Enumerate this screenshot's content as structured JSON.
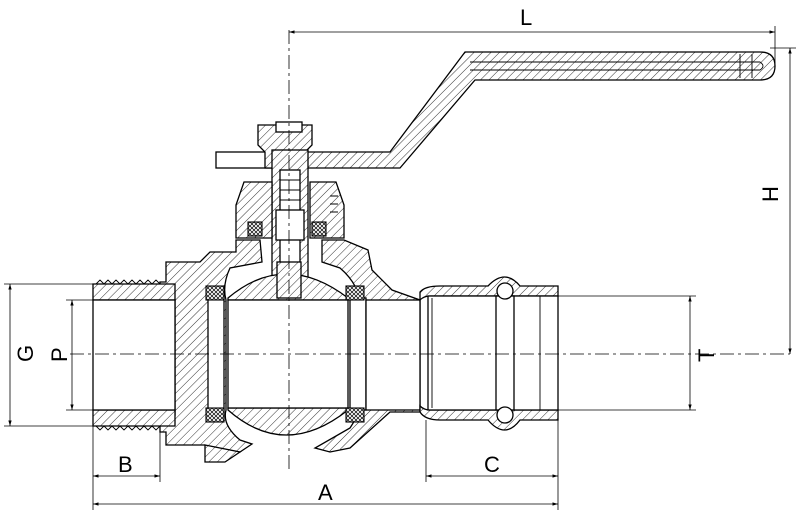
{
  "dimensions": {
    "L": "L",
    "H": "H",
    "G": "G",
    "P": "P",
    "T": "T",
    "B": "B",
    "C": "C",
    "A": "A"
  }
}
